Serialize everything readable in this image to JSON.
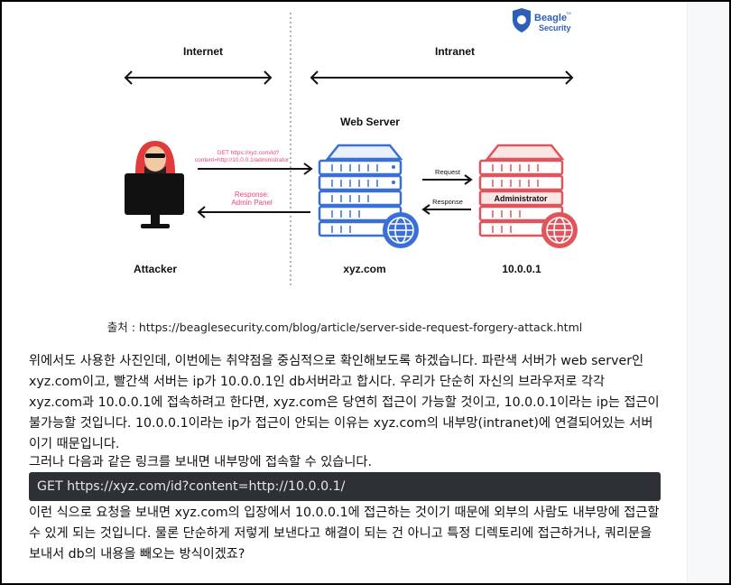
{
  "figure": {
    "brand_line1": "Beagle",
    "brand_line2": "Security",
    "brand_tm": "TM",
    "internet_label": "Internet",
    "intranet_label": "Intranet",
    "web_server_label": "Web Server",
    "request_text_line1": "GET https://xyz.com/id?",
    "request_text_line2": "content=http://10.0.0.1/administrator",
    "response_text_line1": "Response:",
    "response_text_line2": "Admin Panel",
    "small_request": "Request",
    "small_response": "Response",
    "administrator_label": "Administrator",
    "attacker_label": "Attacker",
    "xyz_label": "xyz.com",
    "ip_label": "10.0.0.1",
    "colors": {
      "blue": "#3a6fd8",
      "red": "#e0555c",
      "pink": "#e8457b",
      "hood": "#e23b3b"
    }
  },
  "caption": "출처 : https://beaglesecurity.com/blog/article/server-side-request-forgery-attack.html",
  "paragraph1": "  위에서도 사용한 사진인데, 이번에는 취약점을 중심적으로 확인해보도록 하겠습니다. 파란색 서버가 web server인 xyz.com이고, 빨간색 서버는 ip가 10.0.0.1인 db서버라고 합시다. 우리가 단순히 자신의 브라우저로 각각 xyz.com과 10.0.0.1에 접속하려고 한다면, xyz.com은 당연히 접근이 가능할 것이고, 10.0.0.1이라는 ip는 접근이 불가능할 것입니다. 10.0.0.1이라는 ip가 접근이 안되는 이유는 xyz.com의 내부망(intranet)에 연결되어있는 서버이기 때문입니다.",
  "paragraph2": "  그러나 다음과 같은 링크를 보내면 내부망에 접속할 수 있습니다.",
  "code": "GET https://xyz.com/id?content=http://10.0.0.1/",
  "paragraph3": "  이런 식으로 요청을 보내면 xyz.com의 입장에서 10.0.0.1에 접근하는 것이기 때문에 외부의 사람도 내부망에 접근할 수 있게 되는 것입니다. 물론 단순하게 저렇게 보낸다고 해결이 되는 건 아니고 특정 디렉토리에 접근하거나, 쿼리문을 보내서 db의 내용을 빼오는 방식이겠죠?"
}
